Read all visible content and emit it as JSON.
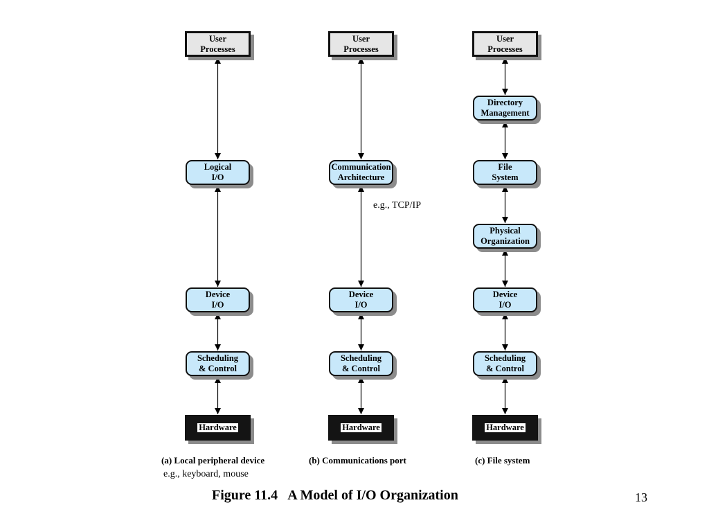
{
  "columns": [
    {
      "label": "(a) Local peripheral device",
      "note": "e.g., keyboard, mouse",
      "boxes": [
        {
          "type": "user",
          "lines": [
            "User",
            "Processes"
          ]
        },
        {
          "type": "layer",
          "lines": [
            "Logical",
            "I/O"
          ]
        },
        {
          "type": "layer",
          "lines": [
            "Device",
            "I/O"
          ]
        },
        {
          "type": "layer",
          "lines": [
            "Scheduling",
            "& Control"
          ]
        },
        {
          "type": "hw",
          "lines": [
            "Hardware"
          ]
        }
      ]
    },
    {
      "label": "(b) Communications port",
      "note": "e.g., TCP/IP",
      "boxes": [
        {
          "type": "user",
          "lines": [
            "User",
            "Processes"
          ]
        },
        {
          "type": "layer",
          "lines": [
            "Communication",
            "Architecture"
          ]
        },
        {
          "type": "layer",
          "lines": [
            "Device",
            "I/O"
          ]
        },
        {
          "type": "layer",
          "lines": [
            "Scheduling",
            "& Control"
          ]
        },
        {
          "type": "hw",
          "lines": [
            "Hardware"
          ]
        }
      ]
    },
    {
      "label": "(c) File system",
      "boxes": [
        {
          "type": "user",
          "lines": [
            "User",
            "Processes"
          ]
        },
        {
          "type": "layer",
          "lines": [
            "Directory",
            "Management"
          ]
        },
        {
          "type": "layer",
          "lines": [
            "File",
            "System"
          ]
        },
        {
          "type": "layer",
          "lines": [
            "Physical",
            "Organization"
          ]
        },
        {
          "type": "layer",
          "lines": [
            "Device",
            "I/O"
          ]
        },
        {
          "type": "layer",
          "lines": [
            "Scheduling",
            "& Control"
          ]
        },
        {
          "type": "hw",
          "lines": [
            "Hardware"
          ]
        }
      ]
    }
  ],
  "caption": {
    "number": "Figure 11.4",
    "title": "A Model of I/O Organization"
  },
  "page_number": "13"
}
